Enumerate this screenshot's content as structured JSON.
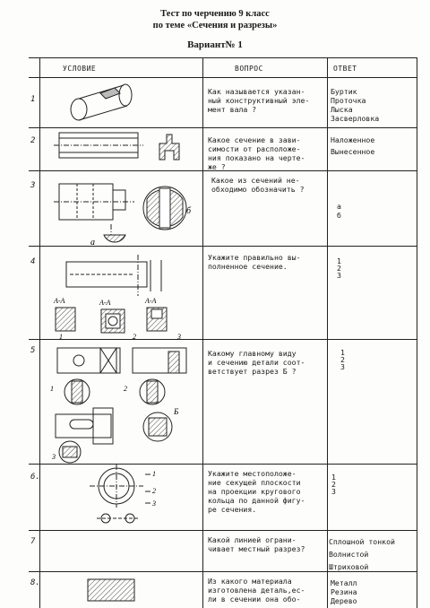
{
  "header": {
    "title_line1": "Тест по  черчению 9  класс",
    "title_line2": "по теме «Сечения и разрезы»",
    "variant": "Вариант№ 1"
  },
  "table": {
    "columns": [
      "УСЛОВИЕ",
      "ВОПРОС",
      "ОТВЕТ"
    ],
    "rows": [
      {
        "num": "1",
        "question": "Как называется указан-\nный конструктивный эле-\nмент вала ?",
        "answers": [
          "Буртик",
          "Проточка",
          "Лыска",
          "Засверловка"
        ]
      },
      {
        "num": "2",
        "question": "Какое сечение в зави-\nсимости от расположе-\nния показано на черте-\nже ?",
        "answers": [
          "Наложенное",
          "Вынесенное"
        ]
      },
      {
        "num": "3",
        "question": "Какое из сечений не-\nобходимо обозначить ?",
        "answers": [
          "а",
          "б"
        ],
        "labels": [
          "а",
          "б"
        ]
      },
      {
        "num": "4",
        "question": "Укажите правильно вы-\nполненное сечение.",
        "answers": [
          "1",
          "2",
          "3"
        ],
        "labels": [
          "А-А",
          "А-А",
          "А-А",
          "1",
          "2",
          "3"
        ]
      },
      {
        "num": "5",
        "question": "Какому главному виду\nи сечению детали соот-\nветствует разрез Б ?",
        "answers": [
          "1",
          "2",
          "3"
        ],
        "labels": [
          "1",
          "2",
          "3",
          "Б"
        ]
      },
      {
        "num": "6.",
        "question": "Укажите местоположе-\nние секущей плоскости\nна проекции кругового\nкольца по данной фигу-\nре сечения.",
        "answers": [
          "1",
          "2",
          "3"
        ],
        "labels": [
          "1",
          "2",
          "3"
        ]
      },
      {
        "num": "7",
        "question": "Какой линией ограни-\nчивает местный разрез?",
        "answers": [
          "Сплошной тонкой",
          "Волнистой",
          "Штриховой"
        ]
      },
      {
        "num": "8.",
        "question": "Из какого материала\nизготовлена деталь,ес-\nли в сечении она обо-",
        "answers": [
          "Металл",
          "Резина",
          "Дерево"
        ]
      }
    ]
  }
}
